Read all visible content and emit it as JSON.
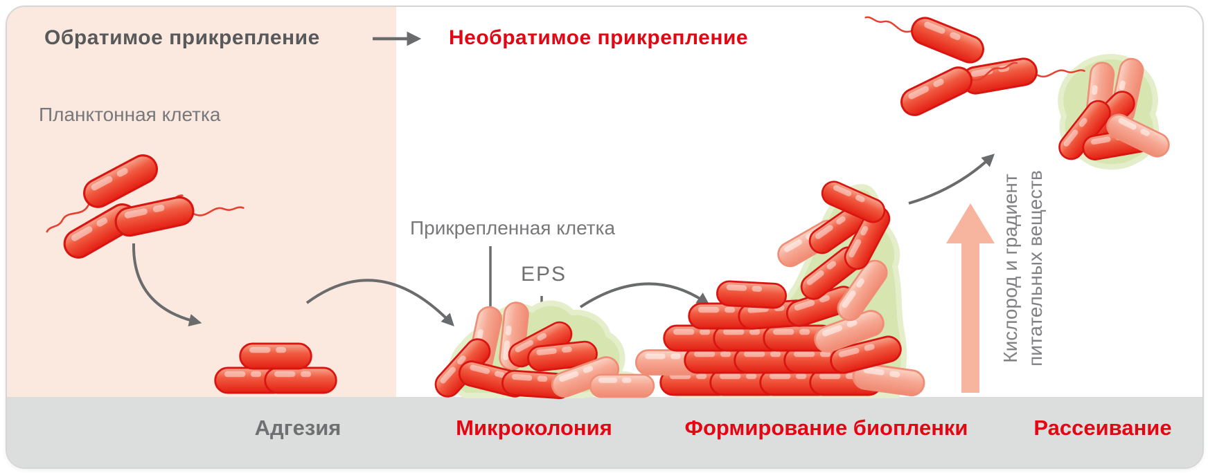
{
  "header": {
    "reversible_label": "Обратимое прикрепление",
    "irreversible_label": "Необратимое прикрепление"
  },
  "labels": {
    "planktonic_cell": "Планктонная клетка",
    "attached_cell": "Прикрепленная клетка",
    "eps": "EPS",
    "gradient_line1": "Кислород и градиент",
    "gradient_line2": "питательных веществ"
  },
  "stages": [
    {
      "label": "Адгезия",
      "color": "#6f7072"
    },
    {
      "label": "Микроколония",
      "color": "#e30613"
    },
    {
      "label": "Формирование биопленки",
      "color": "#e30613"
    },
    {
      "label": "Рассеивание",
      "color": "#e30613"
    }
  ],
  "icons": {
    "header_arrow": "right-arrow-icon",
    "flow_arrows": "curved-arrow-icon",
    "gradient_arrow": "up-block-arrow-icon",
    "bacterium": "rod-bacterium-icon"
  },
  "colors": {
    "accent_red": "#e30613",
    "header_gray": "#58595b",
    "text_gray": "#6f7072",
    "reversible_zone_bg": "#fbe9e0",
    "surface_bar": "#dcdedd",
    "eps_matrix_green": "#d7e6b0",
    "gradient_arrow_salmon": "#f7b49e",
    "bacteria_red": "#e8341f"
  }
}
